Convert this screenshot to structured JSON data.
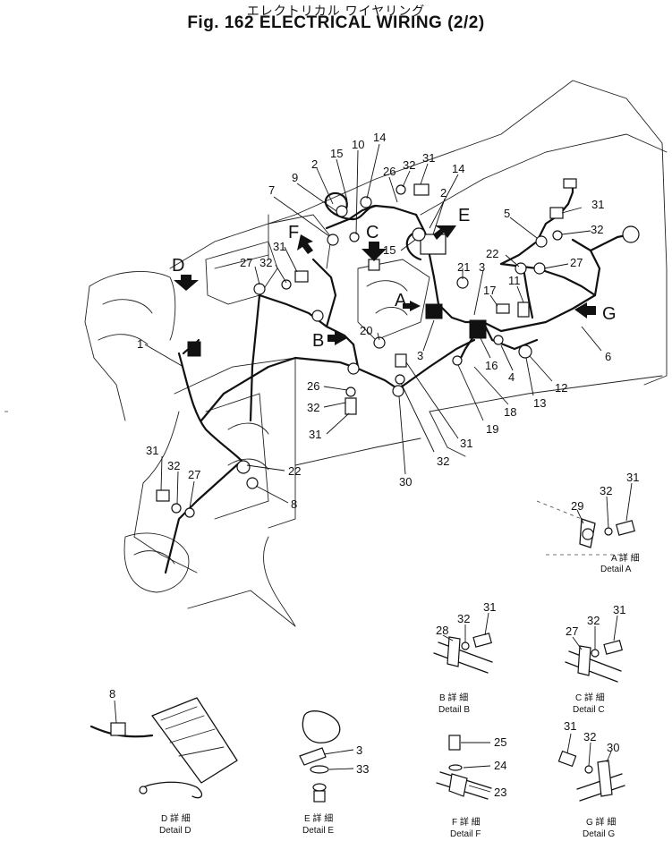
{
  "header": {
    "japanese_title": "エレクトリカル ワイヤリング",
    "title": "Fig. 162 ELECTRICAL WIRING (2/2)"
  },
  "callouts": [
    "14",
    "10",
    "15",
    "2",
    "9",
    "26",
    "32",
    "31",
    "14",
    "7",
    "2",
    "E",
    "C",
    "F",
    "15",
    "31",
    "32",
    "27",
    "D",
    "21",
    "3",
    "5",
    "31",
    "22",
    "32",
    "27",
    "11",
    "17",
    "A",
    "B",
    "20",
    "3",
    "G",
    "1",
    "16",
    "6",
    "4",
    "12",
    "13",
    "18",
    "26",
    "32",
    "31",
    "31",
    "19",
    "32",
    "30",
    "22",
    "8",
    "31",
    "32",
    "27",
    "29",
    "32",
    "31",
    "28",
    "32",
    "31",
    "27",
    "32",
    "31",
    "8",
    "3",
    "33",
    "25",
    "24",
    "23",
    "31",
    "32",
    "30"
  ],
  "details": {
    "a": {
      "kanji": "A  詳 細",
      "label": "Detail A"
    },
    "b": {
      "kanji": "B  詳 細",
      "label": "Detail B"
    },
    "c": {
      "kanji": "C  詳 細",
      "label": "Detail C"
    },
    "d": {
      "kanji": "D  詳 細",
      "label": "Detail D"
    },
    "e": {
      "kanji": "E  詳 細",
      "label": "Detail E"
    },
    "f": {
      "kanji": "F  詳 細",
      "label": "Detail F"
    },
    "g": {
      "kanji": "G  詳 細",
      "label": "Detail G"
    }
  }
}
